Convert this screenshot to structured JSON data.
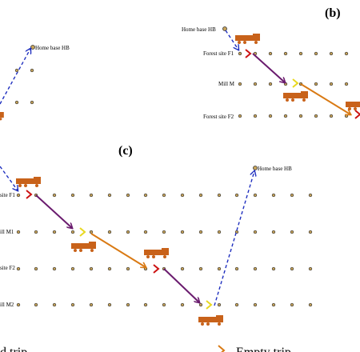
{
  "colors": {
    "dot_fill": "#c8a45a",
    "dot_stroke": "#333333",
    "empty_travel": "#1f2fbf",
    "forest_to_mill": "#6a1b6e",
    "mill_to_forest": "#d97a14",
    "chevron_red": "#cc1111",
    "chevron_yellow": "#e8d820",
    "chevron_blue": "#1f2fbf",
    "truck": "#c8621a"
  },
  "panel_a": {
    "label": "Home base HB"
  },
  "panel_b": {
    "panel_label": "(b)",
    "rows": {
      "home": "Home base HB",
      "forest1": "Forest site F1",
      "mill": "Mill M",
      "forest2": "Forest site F2"
    }
  },
  "panel_c": {
    "panel_label": "(c)",
    "rows": {
      "home": "Home base HB",
      "forest1": "site F1",
      "mill1": "ill M1",
      "forest2": "site F2",
      "mill2": "ill M2"
    }
  },
  "legend": {
    "left_text": "d trip",
    "right_text": "Empty trip"
  }
}
